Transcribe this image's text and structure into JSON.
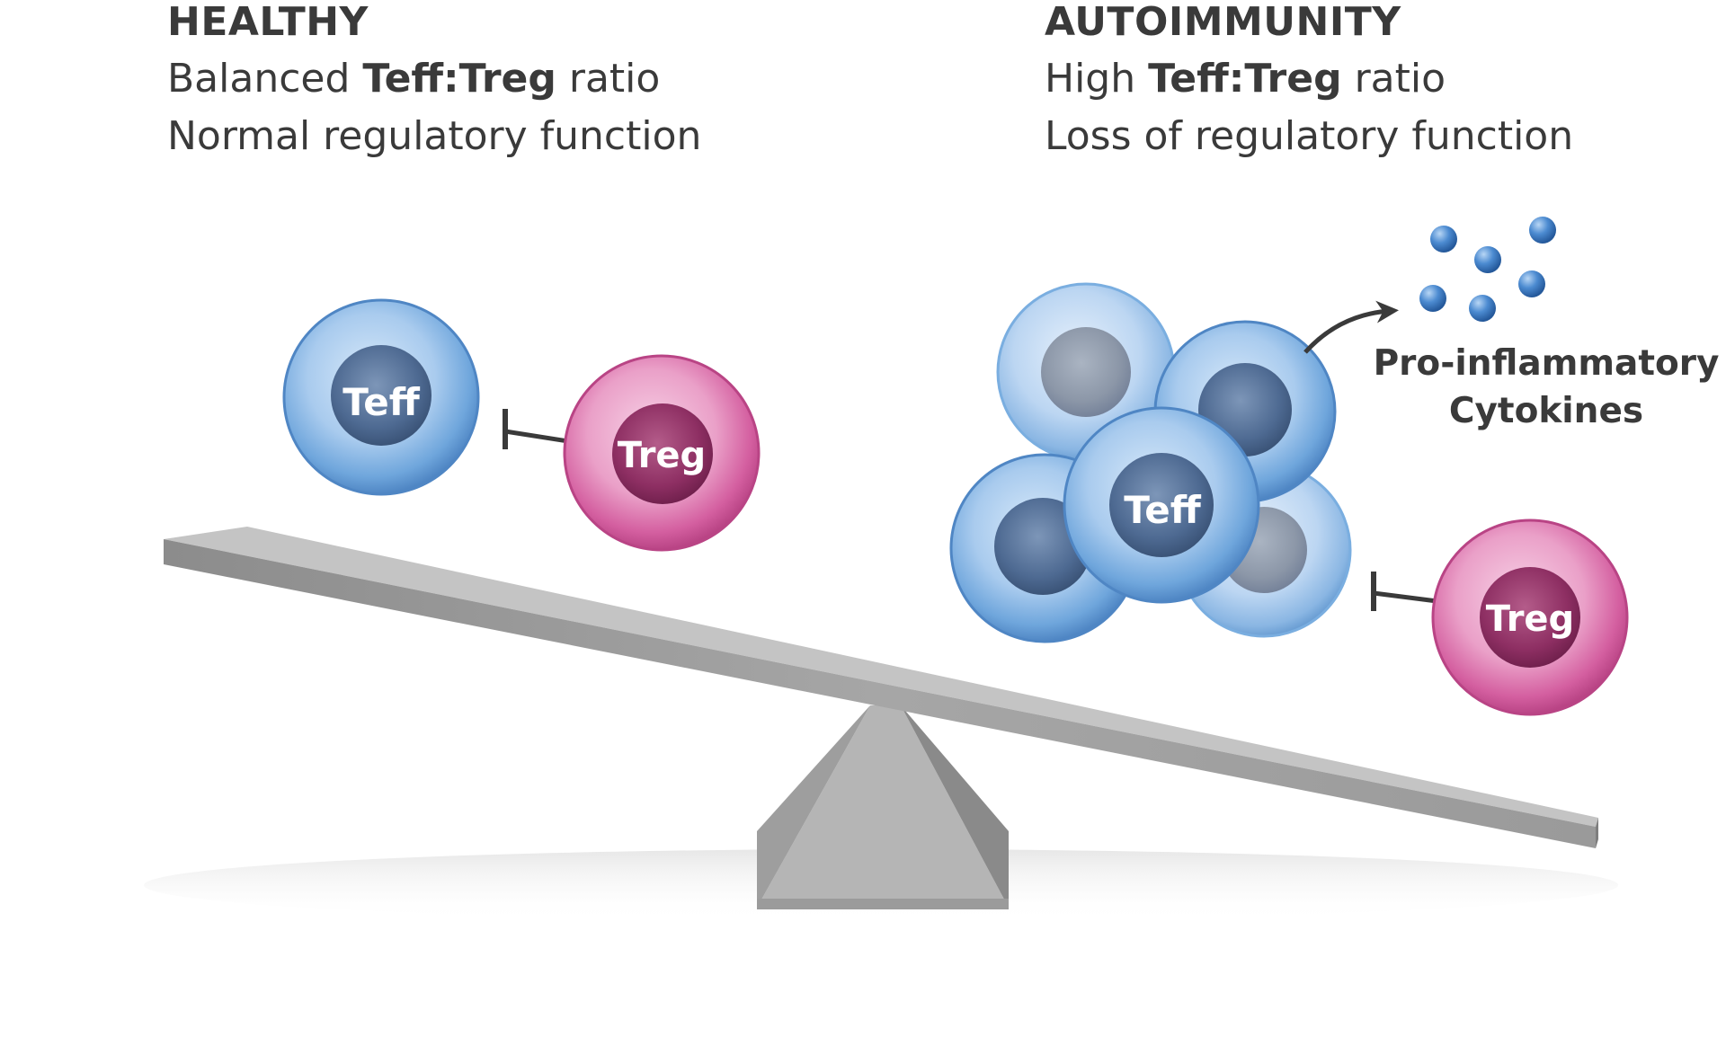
{
  "healthy": {
    "title": "HEALTHY",
    "line1_prefix": "Balanced ",
    "line1_bold": "Teff:Treg",
    "line1_suffix": " ratio",
    "line2": "Normal regulatory function"
  },
  "autoimmunity": {
    "title": "AUTOIMMUNITY",
    "line1_prefix": "High ",
    "line1_bold": "Teff:Treg",
    "line1_suffix": " ratio",
    "line2": "Loss of regulatory function"
  },
  "cells": {
    "teff": "Teff",
    "treg": "Treg"
  },
  "cytokines": {
    "line1": "Pro-inflammatory",
    "line2": "Cytokines"
  },
  "colors": {
    "teff_blue": "#6fa6dc",
    "treg_pink": "#d45fa0",
    "seesaw_gray": "#9a9a9a",
    "cytokine_blue": "#3f7fc8"
  }
}
